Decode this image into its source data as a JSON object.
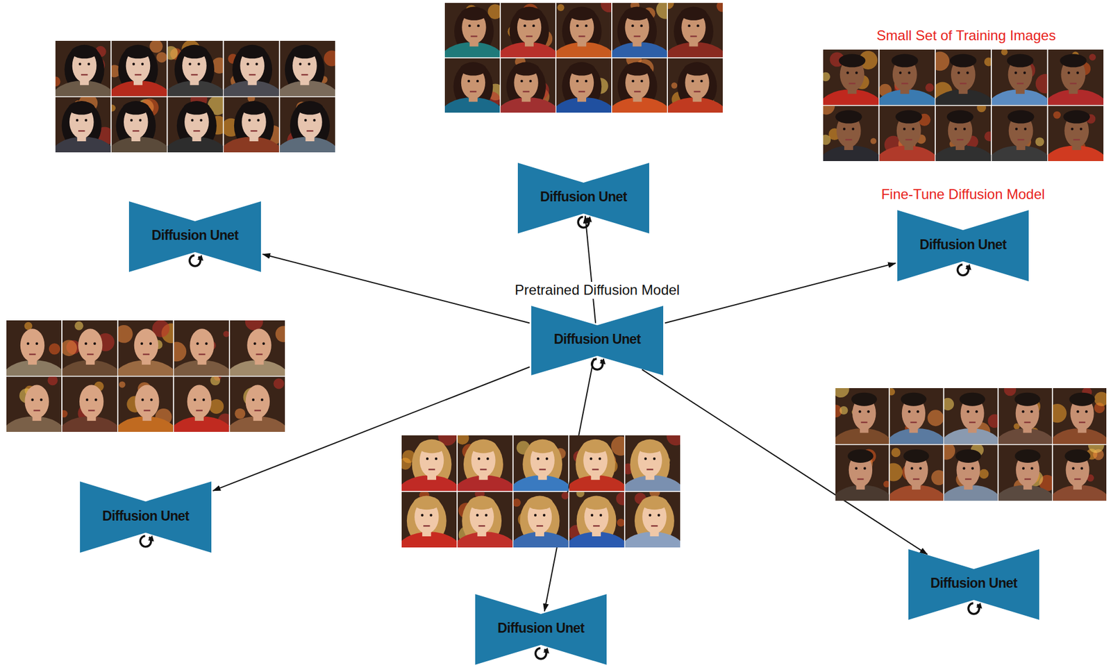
{
  "diagram": {
    "nodes": [
      {
        "text": [
          "Diffusion Unet"
        ]
      },
      {
        "text": [
          "Diffusion Unet"
        ]
      },
      {
        "text": [
          "Fine-Tune Diffusion Model",
          "Diffusion Unet"
        ]
      },
      {
        "text": [
          "Pretrained Diffusion Model",
          "Diffusion Unet"
        ]
      },
      {
        "text": [
          "Diffusion Unet"
        ]
      },
      {
        "text": [
          "Diffusion Unet"
        ]
      },
      {
        "text": [
          "Diffusion Unet"
        ]
      }
    ],
    "edges": [
      {
        "from": 3,
        "to": 0,
        "arrow": "to"
      },
      {
        "from": 3,
        "to": 1,
        "arrow": "to"
      },
      {
        "from": 3,
        "to": 2,
        "arrow": "to"
      },
      {
        "from": 3,
        "to": 4,
        "arrow": "to"
      },
      {
        "from": 3,
        "to": 5,
        "arrow": "to"
      },
      {
        "from": 3,
        "to": 6,
        "arrow": "to"
      }
    ],
    "labels": [
      "Small Set of Training Images"
    ]
  }
}
